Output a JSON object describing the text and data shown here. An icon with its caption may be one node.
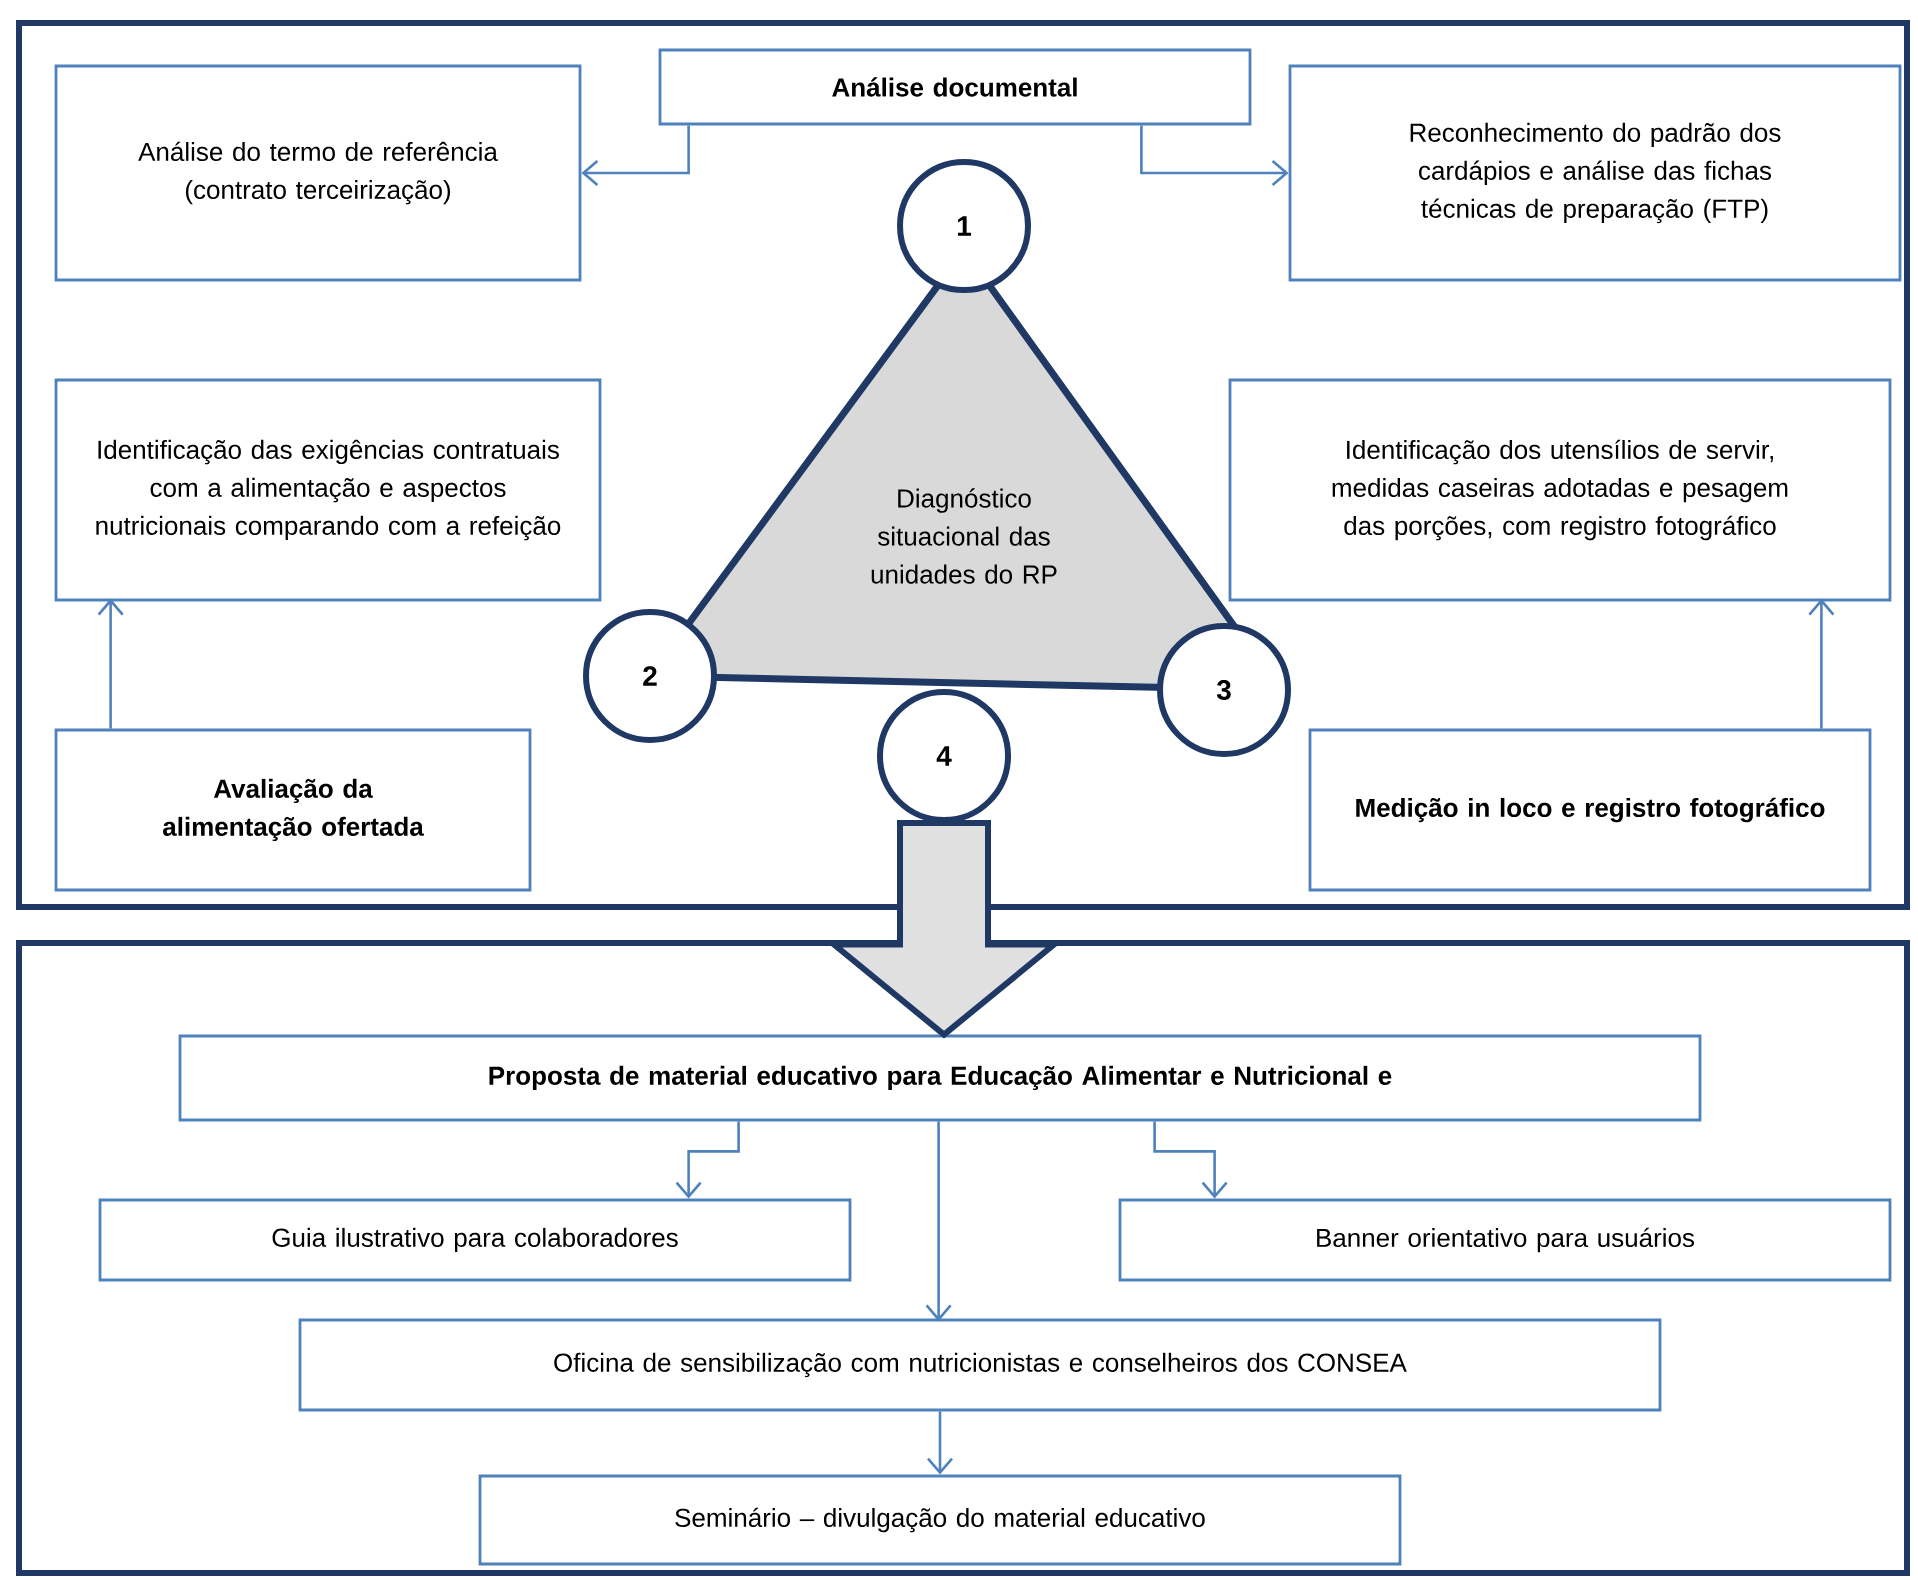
{
  "diagram": {
    "nodes": [
      {
        "text": [],
        "shape": "box"
      },
      {
        "text": [
          "Análise documental"
        ],
        "in": 0
      },
      {
        "text": [
          "Análise do termo de referência (contrato terceirização)"
        ],
        "in": 0
      },
      {
        "text": [
          "Reconhecimento do padrão dos cardápios e análise das fichas técnicas de preparação (FTP)"
        ],
        "in": 0
      },
      {
        "text": [
          "Diagnóstico situacional das unidades do RP"
        ],
        "in": 0
      },
      {
        "text": [
          "1"
        ],
        "in": 0
      },
      {
        "text": [
          "Identificação das exigências contratuais com a alimentação e aspectos nutricionais comparando com a refeição"
        ],
        "in": 0
      },
      {
        "text": [
          "2"
        ],
        "in": 0
      },
      {
        "text": [
          "3"
        ],
        "in": 0
      },
      {
        "text": [
          "Identificação dos utensílios de servir, medidas caseiras adotadas e pesagem das porções, com registro fotográfico"
        ],
        "in": 0
      },
      {
        "text": [
          "Avaliação da alimentação ofertada"
        ],
        "in": 0
      },
      {
        "text": [
          "4"
        ],
        "in": 0
      },
      {
        "text": [
          "Medição in loco e registro fotográfico"
        ],
        "in": 0
      },
      {
        "text": [],
        "shape": "box"
      },
      {
        "text": [
          "Proposta de material educativo para Educação Alimentar e Nutricional e"
        ],
        "in": 13
      },
      {
        "text": [
          "Guia ilustrativo para colaboradores"
        ],
        "in": 13
      },
      {
        "text": [
          "Banner orientativo para usuários"
        ],
        "in": 13
      },
      {
        "text": [
          "Oficina de sensibilização com nutricionistas e conselheiros dos CONSEA"
        ],
        "in": 13
      },
      {
        "text": [
          "Seminário – divulgação do material educativo"
        ],
        "in": 13
      }
    ],
    "edges": [
      {
        "from": 1,
        "to": 2,
        "arrow": "to"
      },
      {
        "from": 1,
        "to": 3,
        "arrow": "to"
      },
      {
        "from": 10,
        "to": 6,
        "arrow": "to"
      },
      {
        "from": 12,
        "to": 9,
        "arrow": "to"
      },
      {
        "from": 11,
        "to": 14,
        "arrow": "to",
        "style": "thick",
        "color": "#1f3864"
      },
      {
        "from": 14,
        "to": 15,
        "arrow": "to"
      },
      {
        "from": 14,
        "to": 16,
        "arrow": "to"
      },
      {
        "from": 14,
        "to": 17,
        "arrow": "to"
      },
      {
        "from": 17,
        "to": 18,
        "arrow": "to"
      }
    ]
  }
}
